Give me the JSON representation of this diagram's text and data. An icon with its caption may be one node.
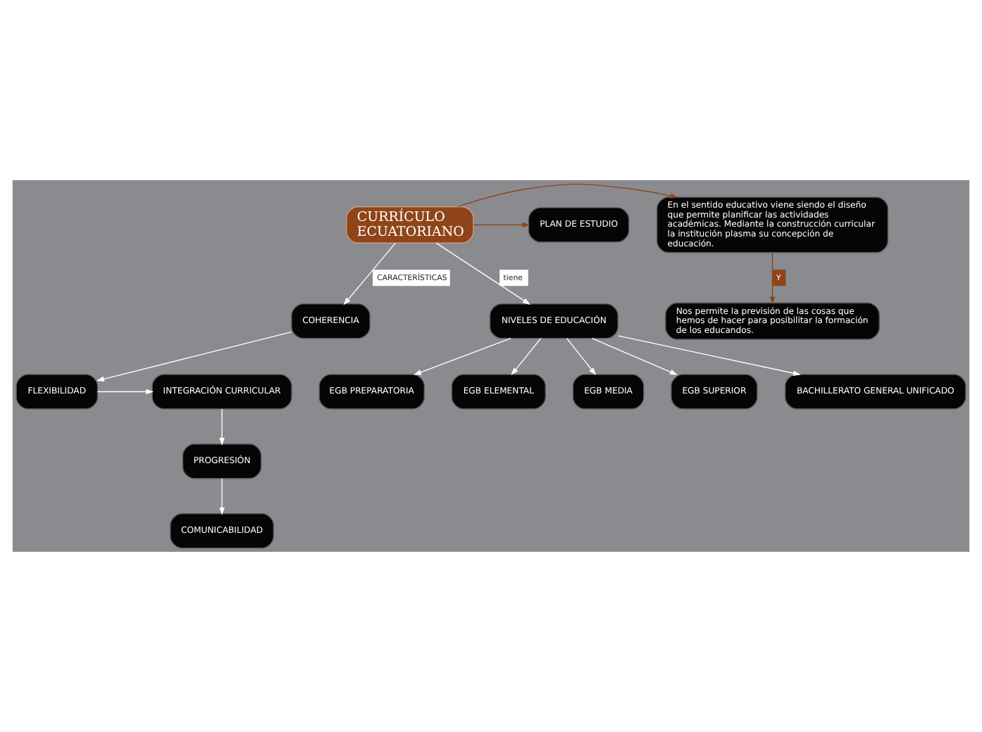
{
  "diagram": {
    "nodes": [
      {
        "text": [
          "CURRÍCULO ECUATORIANO"
        ]
      },
      {
        "text": [
          "COHERENCIA"
        ]
      },
      {
        "text": [
          "FLEXIBILIDAD"
        ]
      },
      {
        "text": [
          "INTEGRACIÓN CURRICULAR"
        ]
      },
      {
        "text": [
          "PROGRESIÓN"
        ]
      },
      {
        "text": [
          "COMUNICABILIDAD"
        ]
      },
      {
        "text": [
          "En el sentido educativo viene siendo el diseño que permite planificar las actividades académicas. Mediante la construcción curricular la institución plasma su concepción de educación."
        ]
      },
      {
        "text": [
          "Nos permite la previsión de las cosas que hemos de hacer para posibilitar la formación de los educandos."
        ]
      },
      {
        "text": [
          "PLAN DE ESTUDIO"
        ]
      },
      {
        "text": [
          "NIVELES DE EDUCACIÓN"
        ]
      },
      {
        "text": [
          "EGB PREPARATORIA"
        ]
      },
      {
        "text": [
          "EGB ELEMENTAL"
        ]
      },
      {
        "text": [
          "EGB MEDIA"
        ]
      },
      {
        "text": [
          "EGB SUPERIOR"
        ]
      },
      {
        "text": [
          "BACHILLERATO GENERAL UNIFICADO"
        ]
      }
    ],
    "edges": [
      {
        "from": 0,
        "to": 1,
        "arrow": "to",
        "label": "CARACTERÍSTICAS"
      },
      {
        "from": 1,
        "to": 2,
        "arrow": "to"
      },
      {
        "from": 2,
        "to": 3,
        "arrow": "to"
      },
      {
        "from": 3,
        "to": 4,
        "arrow": "to"
      },
      {
        "from": 4,
        "to": 5,
        "arrow": "to"
      },
      {
        "from": 0,
        "to": 6,
        "arrow": "to",
        "color": "#8f4519"
      },
      {
        "from": 6,
        "to": 7,
        "arrow": "to",
        "label": "Y",
        "color": "#8f4519"
      },
      {
        "from": 0,
        "to": 8,
        "arrow": "to",
        "color": "#8f4519"
      },
      {
        "from": 0,
        "to": 9,
        "arrow": "to",
        "label": "tiene"
      },
      {
        "from": 9,
        "to": 10,
        "arrow": "to"
      },
      {
        "from": 9,
        "to": 11,
        "arrow": "to"
      },
      {
        "from": 9,
        "to": 12,
        "arrow": "to"
      },
      {
        "from": 9,
        "to": 13,
        "arrow": "to"
      },
      {
        "from": 9,
        "to": 14,
        "arrow": "to"
      }
    ]
  }
}
